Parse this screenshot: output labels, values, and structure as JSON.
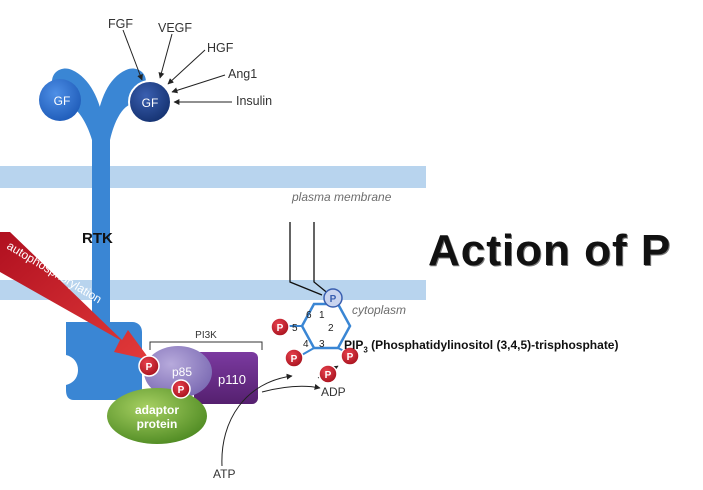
{
  "title": "Action of P",
  "ligands": [
    "FGF",
    "VEGF",
    "HGF",
    "Ang1",
    "Insulin"
  ],
  "gf_left": "GF",
  "gf_right": "GF",
  "rtk_label": "RTK",
  "membrane_label": "plasma membrane",
  "cytoplasm_label": "cytoplasm",
  "autophosphorylation_label": "autophosphorylation",
  "pi3k_label": "PI3K",
  "p85_label": "p85",
  "p110_label": "p110",
  "adaptor_label_line1": "adaptor",
  "adaptor_label_line2": "protein",
  "phosphate": "P",
  "ring_numbers": [
    "6",
    "1",
    "5",
    "2",
    "4",
    "3"
  ],
  "atp_label": "ATP",
  "adp_label": "ADP",
  "pip3_prefix": "PIP",
  "pip3_sub": "3",
  "pip3_rest": " (Phosphatidylinositol (3,4,5)-trisphosphate)",
  "colors": {
    "membrane": "#b8d4ee",
    "receptor": "#3a86d4",
    "gf_left": "#2d6fcf",
    "gf_right": "#1f3f8a",
    "phosphate": "#c8202f",
    "phosphate_membrane": "#8fa6d8",
    "p85": "#9a8bc4",
    "p110": "#6a2d8c",
    "adaptor": "#7fb041",
    "arrow_red": "#d42b2b"
  }
}
